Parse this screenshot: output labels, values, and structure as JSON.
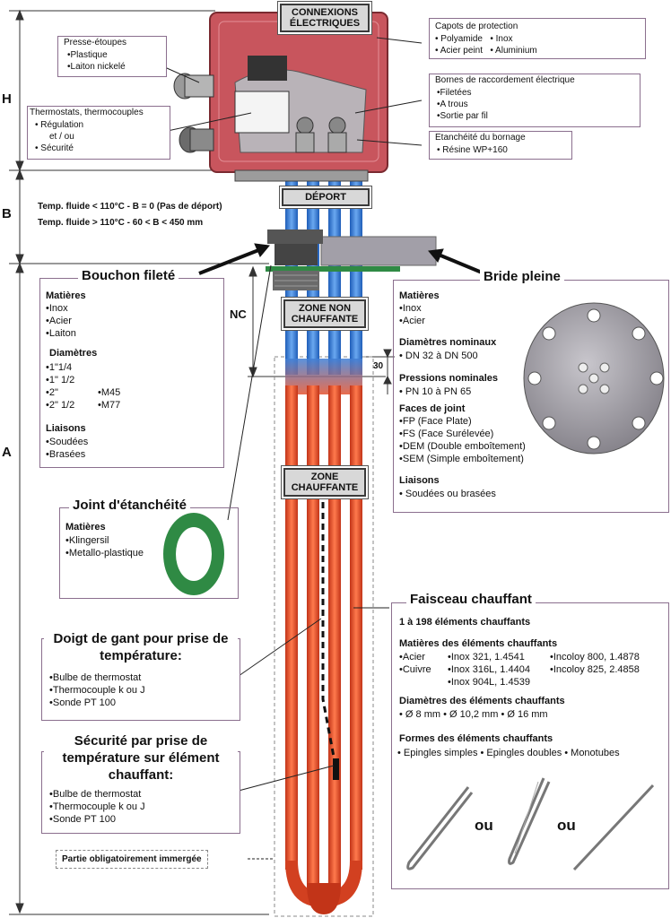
{
  "dimensions": {
    "H": "H",
    "B": "B",
    "A": "A",
    "NC": "NC",
    "thirty": "30"
  },
  "tags": {
    "connexions": "CONNEXIONS ÉLECTRIQUES",
    "deport": "DÉPORT",
    "zone_non": "ZONE NON CHAUFFANTE",
    "zone_ch": "ZONE CHAUFFANTE"
  },
  "deport_lines": [
    "Temp. fluide < 110°C - B = 0 (Pas de déport)",
    "Temp. fluide > 110°C -  60 < B < 450 mm"
  ],
  "presse": {
    "title": "Presse-étoupes",
    "items": [
      "Plastique",
      "Laiton nickelé"
    ]
  },
  "thermostats": {
    "title": "Thermostats, thermocouples",
    "items": [
      "Régulation",
      "et / ou",
      "Sécurité"
    ]
  },
  "capots": {
    "title": "Capots de protection",
    "items": [
      "Polyamide",
      "Inox",
      "Acier peint",
      "Aluminium"
    ]
  },
  "bornes": {
    "title": "Bornes de raccordement électrique",
    "items": [
      "Filetées",
      "A trous",
      "Sortie par fil"
    ]
  },
  "etancheite": {
    "title": "Etanchéité du bornage",
    "items": [
      "Résine WP+160"
    ]
  },
  "bouchon": {
    "title": "Bouchon fileté",
    "matieres_title": "Matières",
    "matieres": [
      "Inox",
      "Acier",
      "Laiton"
    ],
    "diam_title": "Diamètres",
    "diam": [
      "1\"1/4",
      "1\" 1/2",
      "2\"",
      "2\" 1/2"
    ],
    "diam_m": [
      "M45",
      "M77"
    ],
    "liaisons_title": "Liaisons",
    "liaisons": [
      "Soudées",
      "Brasées"
    ]
  },
  "bride": {
    "title": "Bride pleine",
    "matieres_title": "Matières",
    "matieres": [
      "Inox",
      "Acier"
    ],
    "dn_title": "Diamètres nominaux",
    "dn": [
      "DN 32 à DN 500"
    ],
    "pn_title": "Pressions nominales",
    "pn": [
      "PN 10 à PN 65"
    ],
    "faces_title": "Faces de joint",
    "faces": [
      "FP (Face Plate)",
      "FS (Face Surélevée)",
      "DEM (Double emboîtement)",
      "SEM (Simple emboîtement)"
    ],
    "liaisons_title": "Liaisons",
    "liaisons": [
      "Soudées ou brasées"
    ]
  },
  "joint": {
    "title": "Joint d'étanchéité",
    "matieres_title": "Matières",
    "items": [
      "Klingersil",
      "Metallo-plastique"
    ]
  },
  "doigt": {
    "title": "Doigt de gant pour prise de température:",
    "items": [
      "Bulbe de thermostat",
      "Thermocouple k ou J",
      "Sonde PT 100"
    ]
  },
  "securite": {
    "title": "Sécurité par prise de température sur élément chauffant:",
    "items": [
      "Bulbe de thermostat",
      "Thermocouple k ou J",
      "Sonde PT 100"
    ]
  },
  "immergee": "Partie obligatoirement immergée",
  "faisceau": {
    "title": "Faisceau chauffant",
    "count": "1 à 198 éléments chauffants",
    "mat_title": "Matières des éléments chauffants",
    "col1": [
      "Acier",
      "Cuivre"
    ],
    "col2": [
      "Inox 321, 1.4541",
      "Inox 316L, 1.4404",
      "Inox 904L, 1.4539"
    ],
    "col3": [
      "Incoloy 800, 1.4878",
      "Incoloy 825, 2.4858"
    ],
    "diam_title": "Diamètres des éléments chauffants",
    "diam": "• Ø 8 mm  • Ø 10,2 mm  • Ø 16 mm",
    "formes_title": "Formes des éléments chauffants",
    "formes": "• Epingles simples • Epingles doubles • Monotubes",
    "ou": "ou"
  },
  "colors": {
    "housing": "#c8555d",
    "tube_blue": "#3f7fd6",
    "tube_red": "#e5532f",
    "flange": "#9e9aa3",
    "gasket": "#2f8a44"
  }
}
